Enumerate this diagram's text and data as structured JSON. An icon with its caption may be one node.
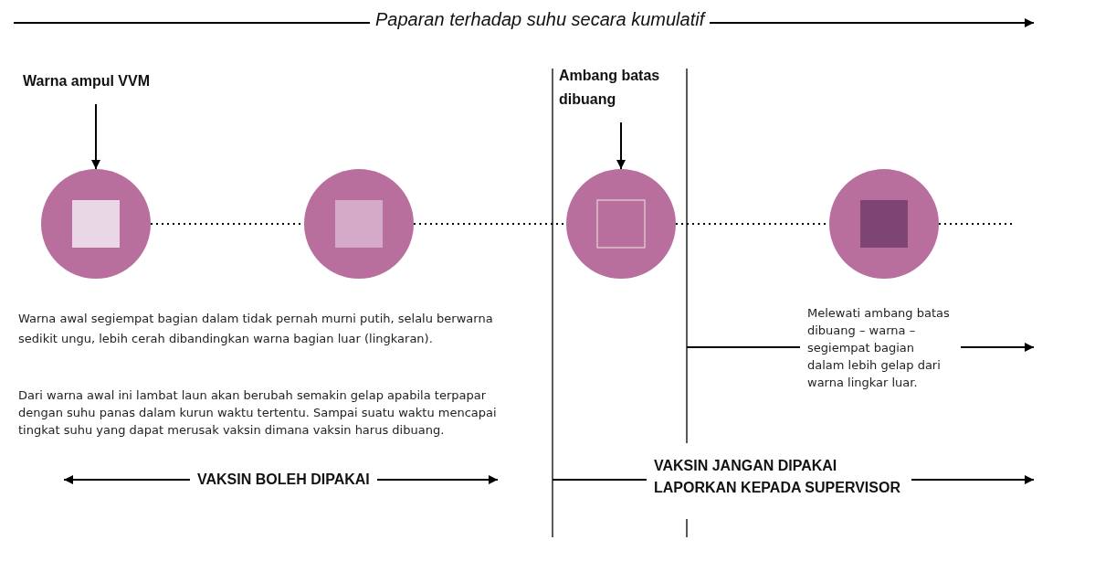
{
  "diagram": {
    "title": "Paparan terhadap suhu secara kumulatif",
    "nodes": [
      {
        "text": [
          "Warna ampul VVM"
        ]
      },
      {
        "text": [
          "Ambang batas dibuang"
        ]
      },
      {
        "text": [],
        "shape": "circle"
      },
      {
        "text": [],
        "shape": "circle"
      },
      {
        "text": [],
        "shape": "circle"
      },
      {
        "text": [],
        "shape": "circle"
      }
    ],
    "edges": [
      {
        "from": 0,
        "to": 2,
        "arrow": "to"
      },
      {
        "from": 1,
        "to": 4,
        "arrow": "to"
      },
      {
        "from": 2,
        "to": 3,
        "arrow": "none",
        "style": "dashed"
      },
      {
        "from": 3,
        "to": 4,
        "arrow": "none",
        "style": "dashed"
      },
      {
        "from": 4,
        "to": 5,
        "arrow": "none",
        "style": "dashed"
      },
      {
        "from": 5,
        "to": null,
        "arrow": "none",
        "style": "dashed"
      }
    ],
    "labels": [
      "Warna awal segiempat bagian dalam tidak pernah murni putih, selalu berwarna sedikit ungu, lebih cerah dibandingkan warna bagian luar (lingkaran).",
      "Dari warna awal ini lambat laun akan berubah semakin gelap apabila terpapar dengan suhu panas dalam kurun waktu tertentu. Sampai suatu waktu mencapai tingkat suhu yang dapat merusak vaksin dimana vaksin harus dibuang.",
      "Melewati ambang batas dibuang – warna – segiempat bagian dalam lebih gelap dari warna lingkar luar.",
      "VAKSIN BOLEH DIPAKAI",
      "VAKSIN JANGAN DIPAKAI LAPORKAN KEPADA SUPERVISOR"
    ]
  }
}
